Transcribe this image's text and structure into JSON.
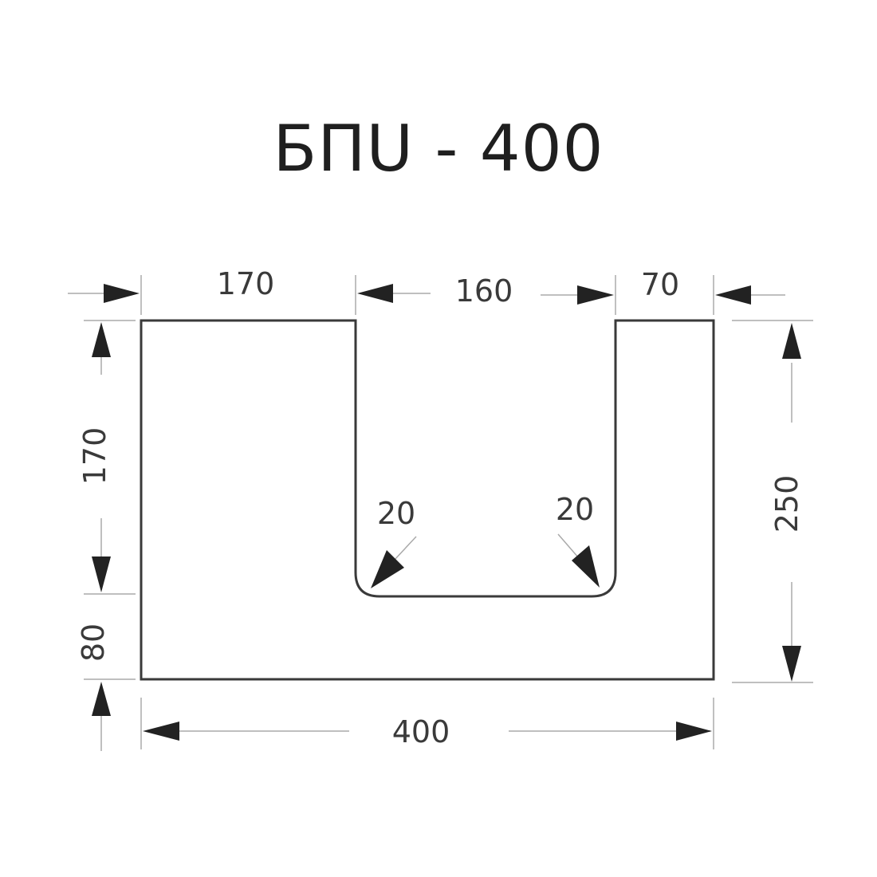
{
  "title": "БПU - 400",
  "dimensions": {
    "top_left_width": "170",
    "top_slot_width": "160",
    "top_right_width": "70",
    "left_upper_height": "170",
    "left_lower_height": "80",
    "right_height": "250",
    "bottom_width": "400",
    "radius_left": "20",
    "radius_right": "20"
  },
  "colors": {
    "line": "#3a3a3a",
    "text": "#1f1f1f"
  }
}
